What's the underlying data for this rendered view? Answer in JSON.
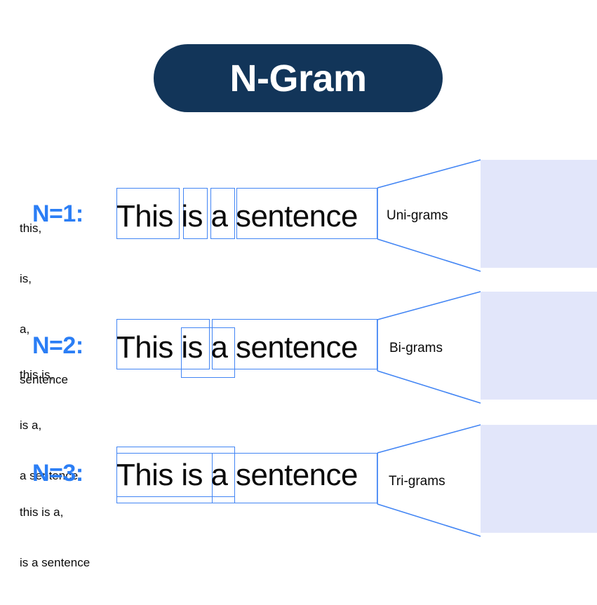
{
  "title": {
    "text": "N-Gram"
  },
  "colors": {
    "pill_background": "#123559",
    "pill_text": "#ffffff",
    "accent_blue": "#2b7ef5",
    "box_outline": "#4285f4",
    "panel_background": "#e2e6fa",
    "text": "#0a0a0a",
    "page_background": "#ffffff"
  },
  "sentence": {
    "full": "This is a sentence",
    "tokens": [
      "This",
      "is",
      "a",
      "sentence"
    ]
  },
  "rows": [
    {
      "label": "N=1:",
      "sentence": "This is a sentence",
      "funnel_label": "Uni-grams",
      "grams": [
        "this,",
        "is,",
        "a,",
        "sentence"
      ],
      "groups": [
        "This",
        "is",
        "a",
        "sentence"
      ]
    },
    {
      "label": "N=2:",
      "sentence": "This is a sentence",
      "funnel_label": "Bi-grams",
      "grams": [
        "this is,",
        "is a,",
        "a sentence"
      ],
      "groups": [
        "This is",
        "is a",
        "a sentence"
      ]
    },
    {
      "label": "N=3:",
      "sentence": "This is a sentence",
      "funnel_label": "Tri-grams",
      "grams": [
        "this is a,",
        "is a sentence"
      ],
      "groups": [
        "This is a",
        "is a sentence"
      ]
    }
  ]
}
